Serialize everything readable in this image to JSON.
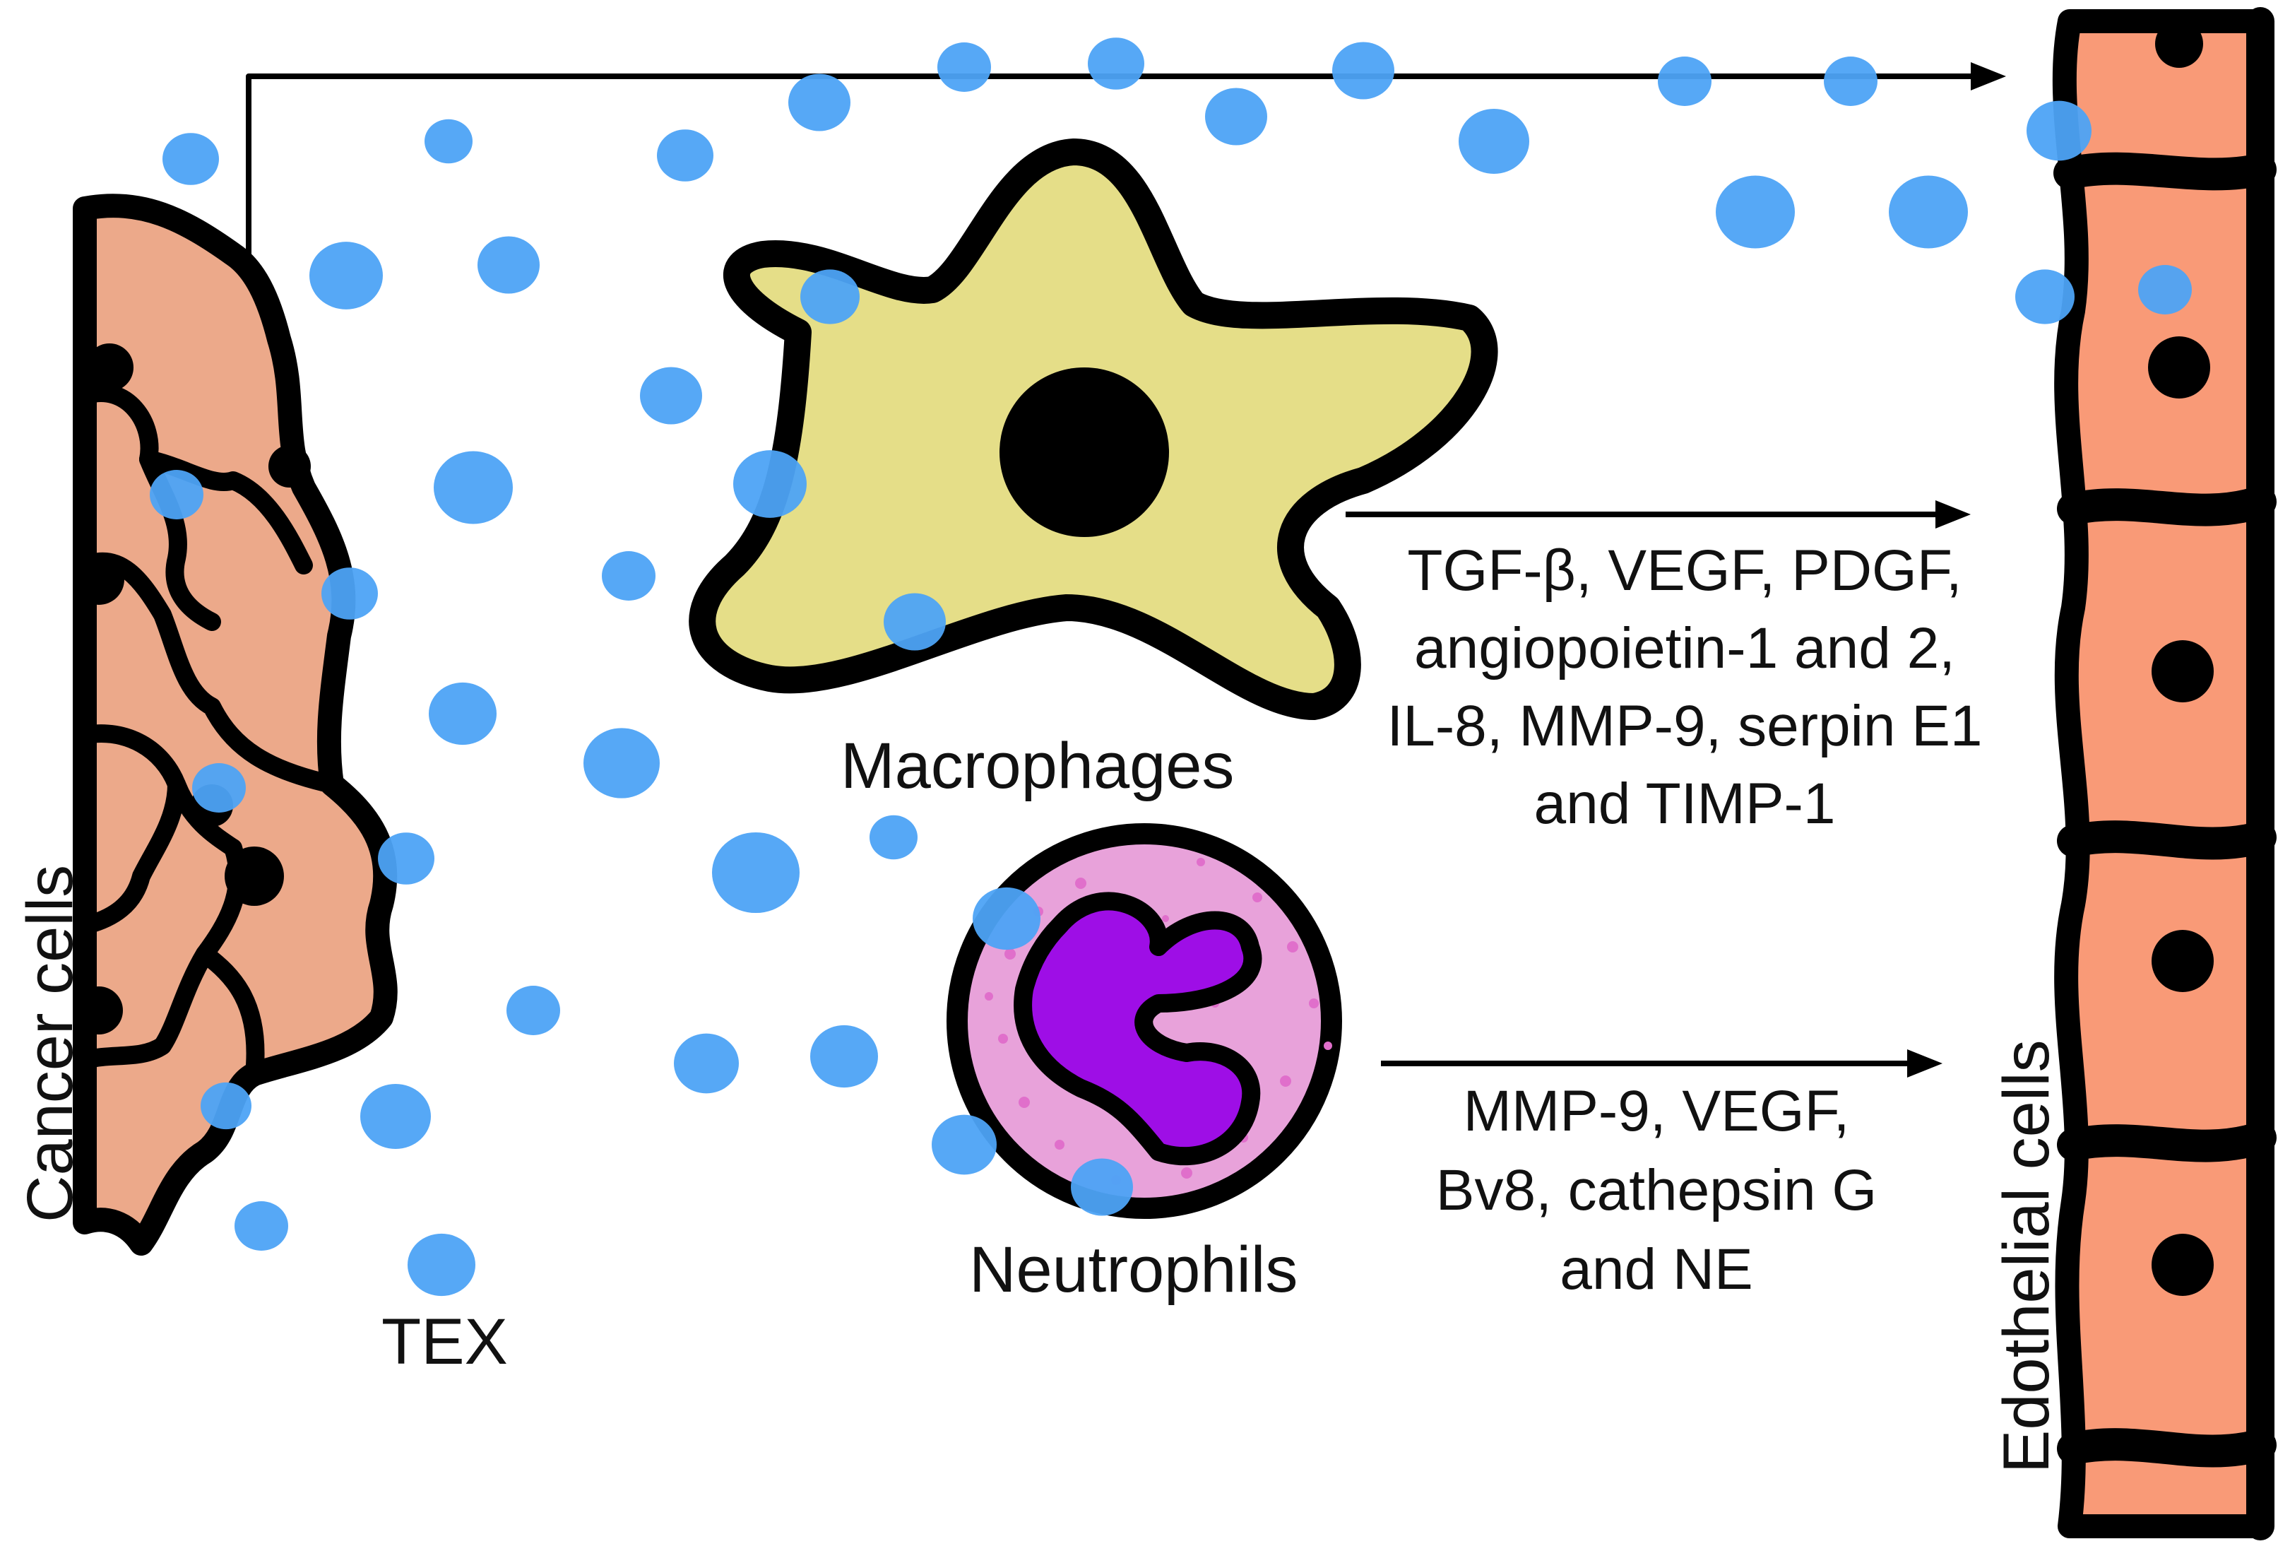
{
  "colors": {
    "cancer_cell_fill": "#ECA98A",
    "endothelial_fill": "#F99A77",
    "macrophage_fill": "#E5DE88",
    "neutrophil_fill": "#E8A2DA",
    "neutrophil_nucleus": "#9E0EE6",
    "neutrophil_granule": "#E06FCB",
    "exosome_blue": "#4DA3F5",
    "outline": "#000000"
  },
  "labels": {
    "cancer_cells": "Cancer cells",
    "tex": "TEX",
    "macrophages": "Macrophages",
    "neutrophils": "Neutrophils",
    "endothelial_cells": "Edothelial cells"
  },
  "macrophage_factors": [
    "TGF-β, VEGF, PDGF,",
    "angiopoietin-1 and 2,",
    "IL-8, MMP-9, serpin E1",
    "and TIMP-1"
  ],
  "neutrophil_factors": [
    "MMP-9, VEGF,",
    "Bv8, cathepsin G",
    "and NE"
  ]
}
